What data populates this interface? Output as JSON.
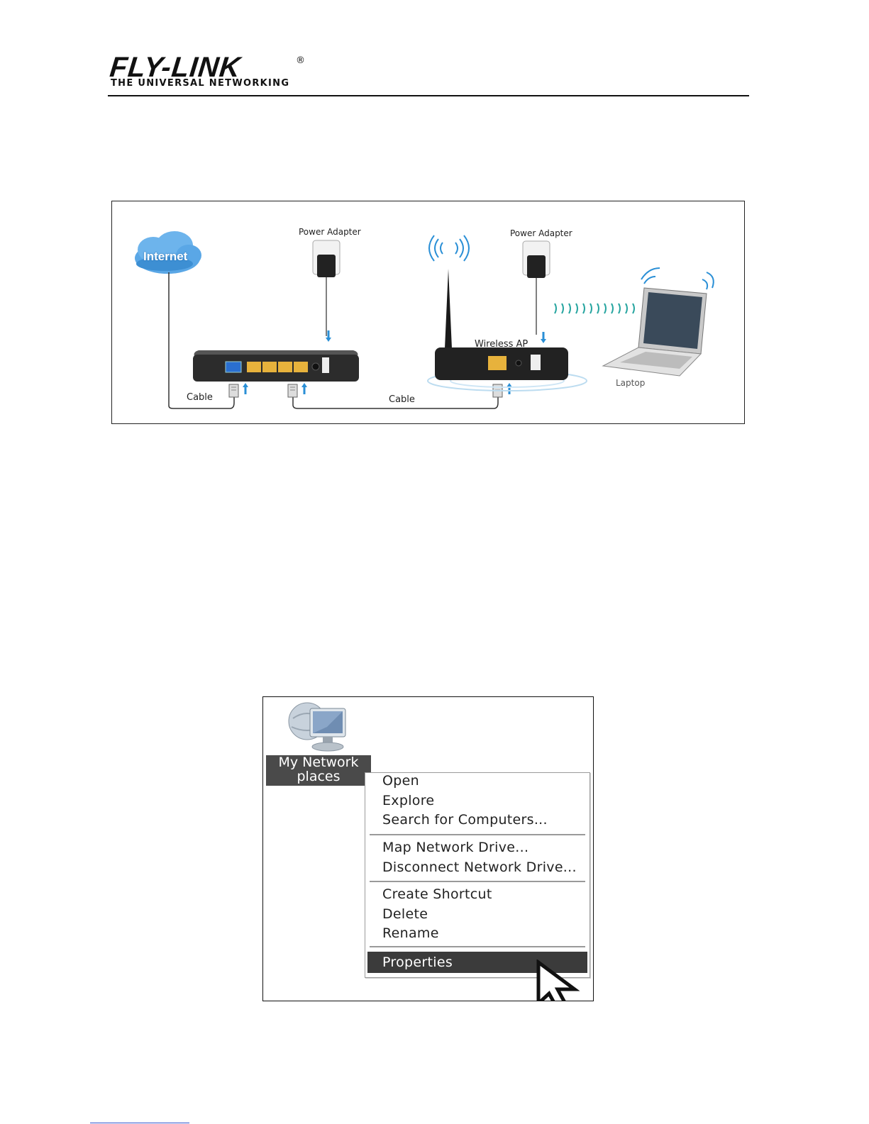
{
  "logo": {
    "brand": "FLY-LINK",
    "registered": "®",
    "tagline": "THE UNIVERSAL NETWORKING"
  },
  "diagram": {
    "cloud_label": "Internet",
    "power_adapter_left": "Power Adapter",
    "power_adapter_right": "Power Adapter",
    "wireless_ap": "Wireless AP",
    "laptop": "Laptop",
    "cable_left": "Cable",
    "cable_middle": "Cable"
  },
  "context_menu": {
    "icon_label_line1": "My Network",
    "icon_label_line2": "places",
    "items": [
      {
        "label": "Open"
      },
      {
        "label": "Explore"
      },
      {
        "label": "Search for Computers..."
      },
      {
        "label": "Map Network Drive..."
      },
      {
        "label": "Disconnect Network Drive..."
      },
      {
        "label": "Create Shortcut"
      },
      {
        "label": "Delete"
      },
      {
        "label": "Rename"
      },
      {
        "label": "Properties"
      }
    ],
    "selected": "Properties"
  },
  "colors": {
    "accent_blue": "#2a8fd6",
    "port_yellow": "#e7b23c",
    "menu_highlight": "#3b3b3b"
  }
}
